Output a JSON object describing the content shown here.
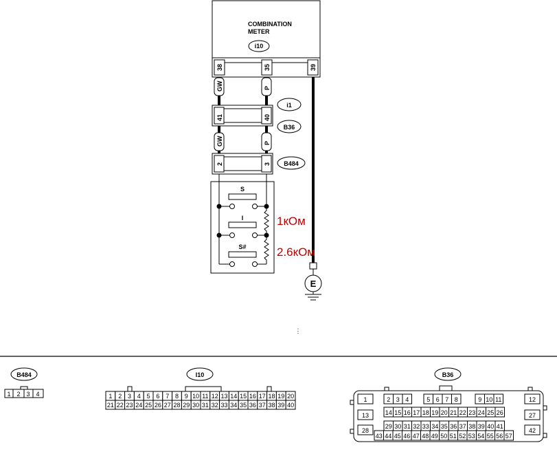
{
  "meter": {
    "title_line1": "COMBINATION",
    "title_line2": "METER",
    "tag": "i10"
  },
  "meter_pins": [
    "38",
    "35",
    "39"
  ],
  "wire_colors": {
    "left": "GW",
    "right": "P"
  },
  "mid_connector": {
    "tag_top": "i1",
    "tag_bottom": "B36",
    "pins": [
      "41",
      "40"
    ]
  },
  "lower_connector": {
    "tag": "B484",
    "pins": [
      "2",
      "3"
    ]
  },
  "switch_labels": [
    "S",
    "I",
    "S#"
  ],
  "resistors": [
    "1кОм",
    "2.6кОм"
  ],
  "ground": {
    "label": "E"
  },
  "separator_mark": "⋮",
  "connectors": {
    "b484": {
      "tag": "B484",
      "pins": [
        "1",
        "2",
        "3",
        "4"
      ]
    },
    "i10": {
      "tag": "I10",
      "row1": [
        "1",
        "2",
        "3",
        "4",
        "5",
        "6",
        "7",
        "8",
        "9",
        "10",
        "11",
        "12",
        "13",
        "14",
        "15",
        "16",
        "17",
        "18",
        "19",
        "20"
      ],
      "row2": [
        "21",
        "22",
        "23",
        "24",
        "25",
        "26",
        "27",
        "28",
        "29",
        "30",
        "31",
        "32",
        "33",
        "34",
        "35",
        "36",
        "37",
        "38",
        "39",
        "40"
      ]
    },
    "b36": {
      "tag": "B36",
      "row1": [
        "1",
        "2",
        "3",
        "4",
        "5",
        "6",
        "7",
        "8",
        "9",
        "10",
        "11",
        "12"
      ],
      "row2": [
        "13",
        "14",
        "15",
        "16",
        "17",
        "18",
        "19",
        "20",
        "21",
        "22",
        "23",
        "24",
        "25",
        "26",
        "27"
      ],
      "row3": [
        "28",
        "29",
        "30",
        "31",
        "32",
        "33",
        "34",
        "35",
        "36",
        "37",
        "38",
        "39",
        "40",
        "41",
        "42"
      ],
      "row4": [
        "43",
        "44",
        "45",
        "46",
        "47",
        "48",
        "49",
        "50",
        "51",
        "52",
        "53",
        "54",
        "55",
        "56",
        "57"
      ]
    }
  }
}
